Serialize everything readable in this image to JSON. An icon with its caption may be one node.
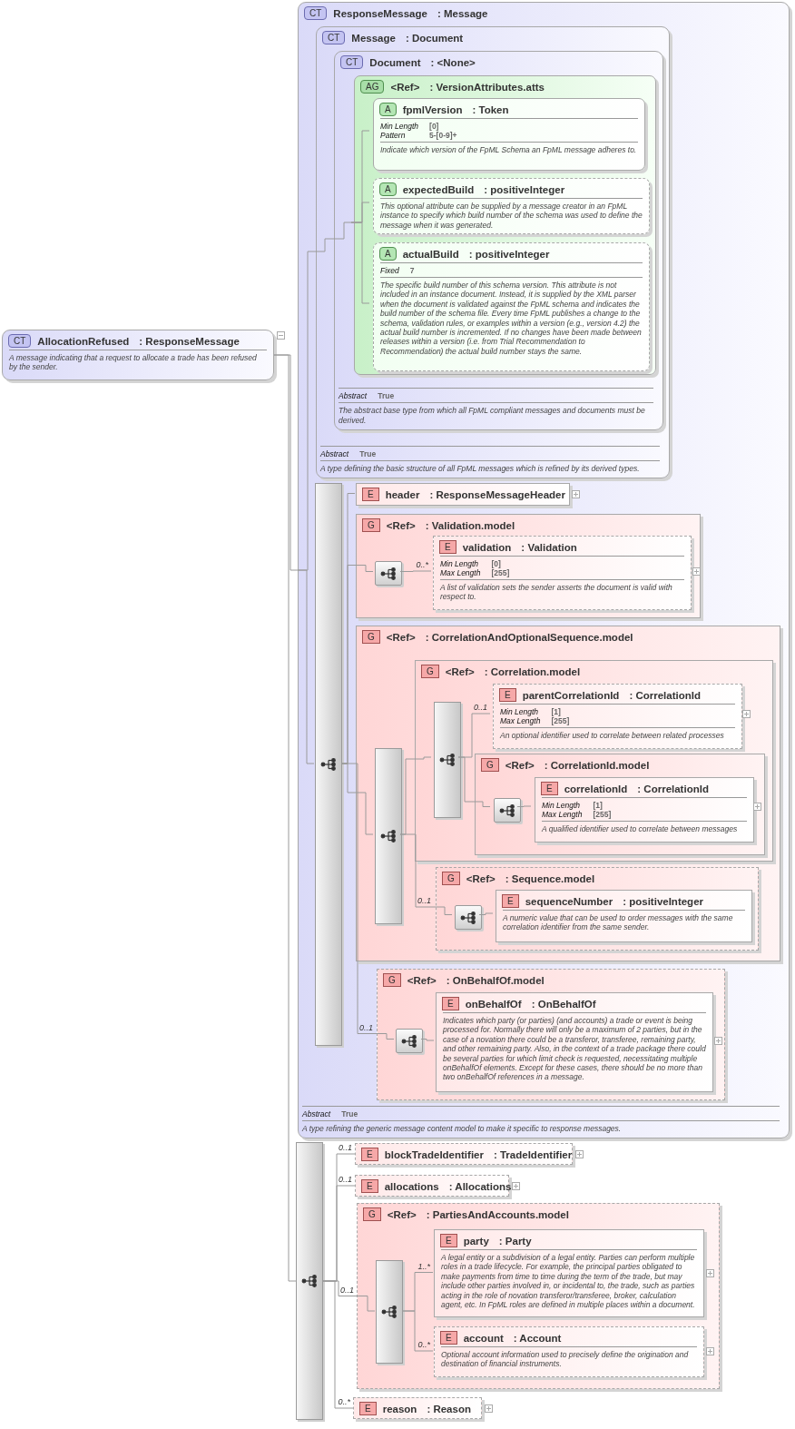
{
  "diagram": {
    "nodes": [
      {
        "text": [
          "CT",
          "AllocationRefused",
          ": ResponseMessage",
          "A message indicating that a request to allocate a trade has been refused by the sender."
        ]
      },
      {
        "text": [
          "CT",
          "ResponseMessage",
          ": Message",
          "Abstract",
          "True",
          "A type refining the generic message content model to make it specific to response messages."
        ]
      },
      {
        "text": [
          "CT",
          "Message",
          ": Document",
          "Abstract",
          "True",
          "A type defining the basic structure of all FpML messages which is refined by its derived types."
        ],
        "in": 1
      },
      {
        "text": [
          "CT",
          "Document",
          ": <None>",
          "Abstract",
          "True",
          "The abstract base type from which all FpML compliant messages and documents must be derived."
        ],
        "in": 2
      },
      {
        "text": [
          "AG",
          "<Ref>",
          ": VersionAttributes.atts"
        ],
        "in": 3
      },
      {
        "text": [
          "A",
          "fpmlVersion",
          ": Token",
          "Min Length",
          "[0]",
          "Pattern",
          "5-[0-9]+",
          "Indicate which version of the FpML Schema an FpML message adheres to."
        ],
        "in": 4
      },
      {
        "text": [
          "A",
          "expectedBuild",
          ": positiveInteger",
          "This optional attribute can be supplied by a message creator in an FpML instance to specify which build number of the schema was used to define the message when it was generated."
        ],
        "in": 4
      },
      {
        "text": [
          "A",
          "actualBuild",
          ": positiveInteger",
          "Fixed",
          "7",
          "The specific build number of this schema version. This attribute is not included in an instance document. Instead, it is supplied by the XML parser when the document is validated against the FpML schema and indicates the build number of the schema file. Every time FpML publishes a change to the schema, validation rules, or examples within a version (e.g., version 4.2) the actual build number is incremented. If no changes have been made between releases within a version (i.e. from Trial Recommendation to Recommendation) the actual build number stays the same."
        ],
        "in": 4
      },
      {
        "text": [],
        "shape": "bar",
        "in": 1
      },
      {
        "text": [
          "E",
          "header",
          ": ResponseMessageHeader"
        ],
        "in": 1
      },
      {
        "text": [
          "G",
          "<Ref>",
          ": Validation.model"
        ],
        "in": 1
      },
      {
        "text": [],
        "shape": "box",
        "in": 10
      },
      {
        "text": [
          "E",
          "validation",
          ": Validation",
          "Min Length",
          "[0]",
          "Max Length",
          "[255]",
          "A list of validation sets the sender asserts the document is valid with respect to."
        ],
        "in": 10
      },
      {
        "text": [
          "G",
          "<Ref>",
          ": CorrelationAndOptionalSequence.model"
        ],
        "in": 1
      },
      {
        "text": [],
        "shape": "bar",
        "in": 13
      },
      {
        "text": [
          "G",
          "<Ref>",
          ": Correlation.model"
        ],
        "in": 13
      },
      {
        "text": [],
        "shape": "bar",
        "in": 15
      },
      {
        "text": [
          "E",
          "parentCorrelationId",
          ": CorrelationId",
          "Min Length",
          "[1]",
          "Max Length",
          "[255]",
          "An optional identifier used to correlate between related processes"
        ],
        "in": 15
      },
      {
        "text": [
          "G",
          "<Ref>",
          ": CorrelationId.model"
        ],
        "in": 15
      },
      {
        "text": [],
        "shape": "box",
        "in": 18
      },
      {
        "text": [
          "E",
          "correlationId",
          ": CorrelationId",
          "Min Length",
          "[1]",
          "Max Length",
          "[255]",
          "A qualified identifier used to correlate between messages"
        ],
        "in": 18
      },
      {
        "text": [
          "G",
          "<Ref>",
          ": Sequence.model"
        ],
        "in": 13
      },
      {
        "text": [],
        "shape": "box",
        "in": 21
      },
      {
        "text": [
          "E",
          "sequenceNumber",
          ": positiveInteger",
          "A numeric value that can be used to order messages with the same correlation identifier from the same sender."
        ],
        "in": 21
      },
      {
        "text": [
          "G",
          "<Ref>",
          ": OnBehalfOf.model"
        ],
        "in": 1
      },
      {
        "text": [],
        "shape": "box",
        "in": 24
      },
      {
        "text": [
          "E",
          "onBehalfOf",
          ": OnBehalfOf",
          "Indicates which party (or parties) (and accounts) a trade or event is being processed for. Normally there will only be a maximum of 2 parties, but in the case of a novation there could be a transferor, transferee, remaining party, and other remaining party. Also, in the context of a trade package there could be several parties for which limit check is requested, necessitating multiple onBehalfOf elements. Except for these cases, there should be no more than two onBehalfOf references in a message."
        ],
        "in": 24
      },
      {
        "text": [],
        "shape": "bar"
      },
      {
        "text": [
          "E",
          "blockTradeIdentifier",
          ": TradeIdentifier"
        ]
      },
      {
        "text": [
          "E",
          "allocations",
          ": Allocations"
        ]
      },
      {
        "text": [
          "G",
          "<Ref>",
          ": PartiesAndAccounts.model"
        ]
      },
      {
        "text": [],
        "shape": "bar",
        "in": 30
      },
      {
        "text": [
          "E",
          "party",
          ": Party",
          "A legal entity or a subdivision of a legal entity. Parties can perform multiple roles in a trade lifecycle. For example, the principal parties obligated to make payments from time to time during the term of the trade, but may include other parties involved in, or incidental to, the trade, such as parties acting in the role of novation transferor/transferee, broker, calculation agent, etc. In FpML roles are defined in multiple places within a document."
        ],
        "in": 30
      },
      {
        "text": [
          "E",
          "account",
          ": Account",
          "Optional account information used to precisely define the origination and destination of financial instruments."
        ],
        "in": 30
      },
      {
        "text": [
          "E",
          "reason",
          ": Reason"
        ]
      }
    ],
    "edges": [
      {
        "from": 0,
        "to": 1,
        "arrow": "none"
      },
      {
        "from": 0,
        "to": 27,
        "arrow": "none"
      },
      {
        "from": 1,
        "to": 2,
        "arrow": "none"
      },
      {
        "from": 1,
        "to": 8,
        "arrow": "none"
      },
      {
        "from": 2,
        "to": 3,
        "arrow": "none"
      },
      {
        "from": 3,
        "to": 4,
        "arrow": "none"
      },
      {
        "from": 4,
        "to": 5,
        "arrow": "none"
      },
      {
        "from": 4,
        "to": 6,
        "arrow": "none"
      },
      {
        "from": 4,
        "to": 7,
        "arrow": "none"
      },
      {
        "from": 8,
        "to": 9,
        "arrow": "none"
      },
      {
        "from": 8,
        "to": 10,
        "arrow": "none"
      },
      {
        "from": 10,
        "to": 11,
        "arrow": "none"
      },
      {
        "from": 11,
        "to": 12,
        "arrow": "none",
        "label": "0..*"
      },
      {
        "from": 8,
        "to": 13,
        "arrow": "none"
      },
      {
        "from": 13,
        "to": 14,
        "arrow": "none"
      },
      {
        "from": 14,
        "to": 15,
        "arrow": "none"
      },
      {
        "from": 15,
        "to": 16,
        "arrow": "none"
      },
      {
        "from": 16,
        "to": 17,
        "arrow": "none",
        "label": "0..1"
      },
      {
        "from": 16,
        "to": 18,
        "arrow": "none"
      },
      {
        "from": 18,
        "to": 19,
        "arrow": "none"
      },
      {
        "from": 19,
        "to": 20,
        "arrow": "none"
      },
      {
        "from": 14,
        "to": 21,
        "arrow": "none",
        "label": "0..1"
      },
      {
        "from": 21,
        "to": 22,
        "arrow": "none"
      },
      {
        "from": 22,
        "to": 23,
        "arrow": "none"
      },
      {
        "from": 8,
        "to": 24,
        "arrow": "none",
        "label": "0..1"
      },
      {
        "from": 24,
        "to": 25,
        "arrow": "none"
      },
      {
        "from": 25,
        "to": 26,
        "arrow": "none"
      },
      {
        "from": 27,
        "to": 28,
        "arrow": "none",
        "label": "0..1"
      },
      {
        "from": 27,
        "to": 29,
        "arrow": "none",
        "label": "0..1"
      },
      {
        "from": 27,
        "to": 30,
        "arrow": "none",
        "label": "0..1"
      },
      {
        "from": 30,
        "to": 31,
        "arrow": "none"
      },
      {
        "from": 31,
        "to": 32,
        "arrow": "none",
        "label": "1..*"
      },
      {
        "from": 31,
        "to": 33,
        "arrow": "none",
        "label": "0..*"
      },
      {
        "from": 27,
        "to": 34,
        "arrow": "none",
        "label": "0..*"
      }
    ]
  }
}
